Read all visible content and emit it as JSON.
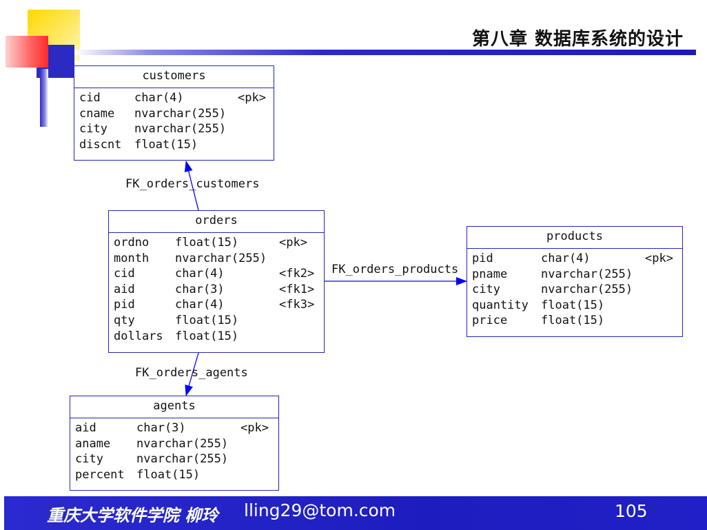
{
  "slide": {
    "title": "第八章 数据库系统的设计",
    "footer_school": "重庆大学软件学院 柳玲",
    "footer_email": "lling29@tom.com",
    "page_number": "105"
  },
  "colors": {
    "accent_blue": "#2323b8",
    "arrow_blue": "#0000ff",
    "footer_blue": "#1d1dbf",
    "deco_yellow": "#ffd800",
    "deco_red": "#ff3a3a"
  },
  "entities": {
    "customers": {
      "name": "customers",
      "attributes": [
        {
          "name": "cid",
          "type": "char(4)",
          "key": "<pk>"
        },
        {
          "name": "cname",
          "type": "nvarchar(255)",
          "key": ""
        },
        {
          "name": "city",
          "type": "nvarchar(255)",
          "key": ""
        },
        {
          "name": "discnt",
          "type": "float(15)",
          "key": ""
        }
      ]
    },
    "orders": {
      "name": "orders",
      "attributes": [
        {
          "name": "ordno",
          "type": "float(15)",
          "key": "<pk>"
        },
        {
          "name": "month",
          "type": "nvarchar(255)",
          "key": ""
        },
        {
          "name": "cid",
          "type": "char(4)",
          "key": "<fk2>"
        },
        {
          "name": "aid",
          "type": "char(3)",
          "key": "<fk1>"
        },
        {
          "name": "pid",
          "type": "char(4)",
          "key": "<fk3>"
        },
        {
          "name": "qty",
          "type": "float(15)",
          "key": ""
        },
        {
          "name": "dollars",
          "type": "float(15)",
          "key": ""
        }
      ]
    },
    "products": {
      "name": "products",
      "attributes": [
        {
          "name": "pid",
          "type": "char(4)",
          "key": "<pk>"
        },
        {
          "name": "pname",
          "type": "nvarchar(255)",
          "key": ""
        },
        {
          "name": "city",
          "type": "nvarchar(255)",
          "key": ""
        },
        {
          "name": "quantity",
          "type": "float(15)",
          "key": ""
        },
        {
          "name": "price",
          "type": "float(15)",
          "key": ""
        }
      ]
    },
    "agents": {
      "name": "agents",
      "attributes": [
        {
          "name": "aid",
          "type": "char(3)",
          "key": "<pk>"
        },
        {
          "name": "aname",
          "type": "nvarchar(255)",
          "key": ""
        },
        {
          "name": "city",
          "type": "nvarchar(255)",
          "key": ""
        },
        {
          "name": "percent",
          "type": "float(15)",
          "key": ""
        }
      ]
    }
  },
  "relationships": {
    "customers": {
      "label": "FK_orders_customers",
      "from": "orders",
      "to": "customers"
    },
    "products": {
      "label": "FK_orders_products",
      "from": "orders",
      "to": "products"
    },
    "agents": {
      "label": "FK_orders_agents",
      "from": "orders",
      "to": "agents"
    }
  }
}
